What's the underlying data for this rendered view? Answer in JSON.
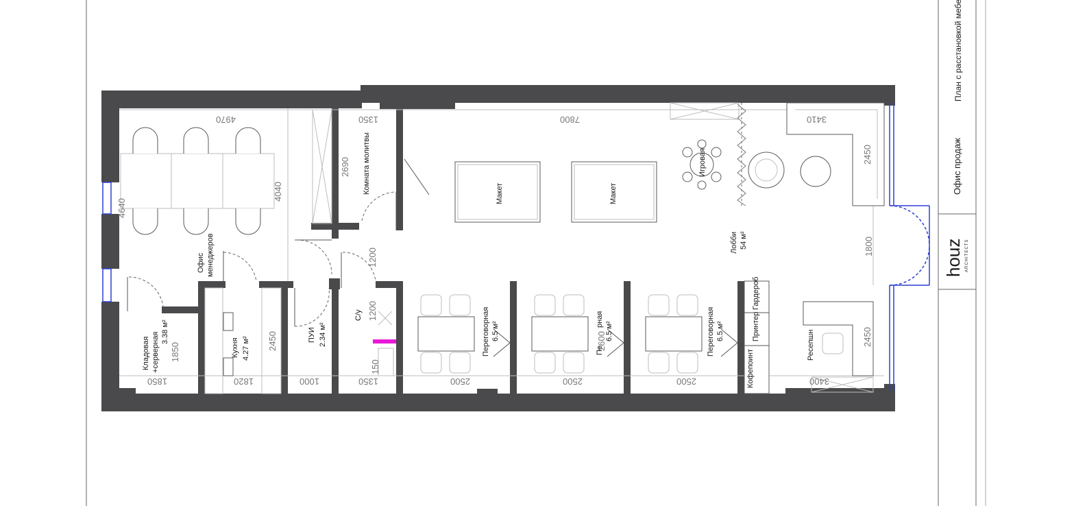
{
  "title_block": {
    "sheet_title": "План с расстановкой мебели",
    "project": "Офис продаж",
    "logo_text": "houz",
    "logo_sub": "ARCHITECTS"
  },
  "rooms": {
    "prayer": "Комната молитвы",
    "managers_1": "Офис",
    "managers_2": "менеджеров",
    "storage_1": "Кладовая",
    "storage_2": "+серверная",
    "storage_area": "3.38 м²",
    "kitchen": "Кухня",
    "kitchen_area": "4.27 м²",
    "puy": "ПУИ",
    "puy_area": "2.34 м²",
    "wc": "С/у",
    "meeting_1": "Переговорная",
    "meeting_1_area": "6.5 м²",
    "meeting_2": "Пе",
    "meeting_2_tail": "рная",
    "meeting_2_area": "6.5 м²",
    "meeting_3": "Переговорная",
    "meeting_3_area": "6.5 м²",
    "game": "Игровая",
    "lobby": "Лобби",
    "lobby_area": "54 м²",
    "model_1": "Макет",
    "model_2": "Макет",
    "coffee": "Кофепоинт",
    "printer": "Принтер",
    "wardrobe": "Гардероб",
    "reception": "Ресепшн"
  },
  "dimensions": {
    "d4970": "4970",
    "d1350_top": "1350",
    "d7800": "7800",
    "d3410": "3410",
    "d2690": "2690",
    "d4040": "4040",
    "d4640": "4640",
    "d2450_lobby": "2450",
    "d1800": "1800",
    "d1200_a": "1200",
    "d1200_b": "1200",
    "d2450_kitchen": "2450",
    "d1850_v": "1850",
    "d2450_rec": "2450",
    "d150": "150",
    "d1850": "1850",
    "d1820": "1820",
    "d1000": "1000",
    "d1350_bottom": "1350",
    "d2500_a": "2500",
    "d2500_b": "2500",
    "d2600": "2600",
    "d2500_c": "2500",
    "d3400": "3400"
  },
  "colors": {
    "wall": "#4a4a4c",
    "glazing": "#2b3fd6",
    "marker": "#e81ad8"
  }
}
